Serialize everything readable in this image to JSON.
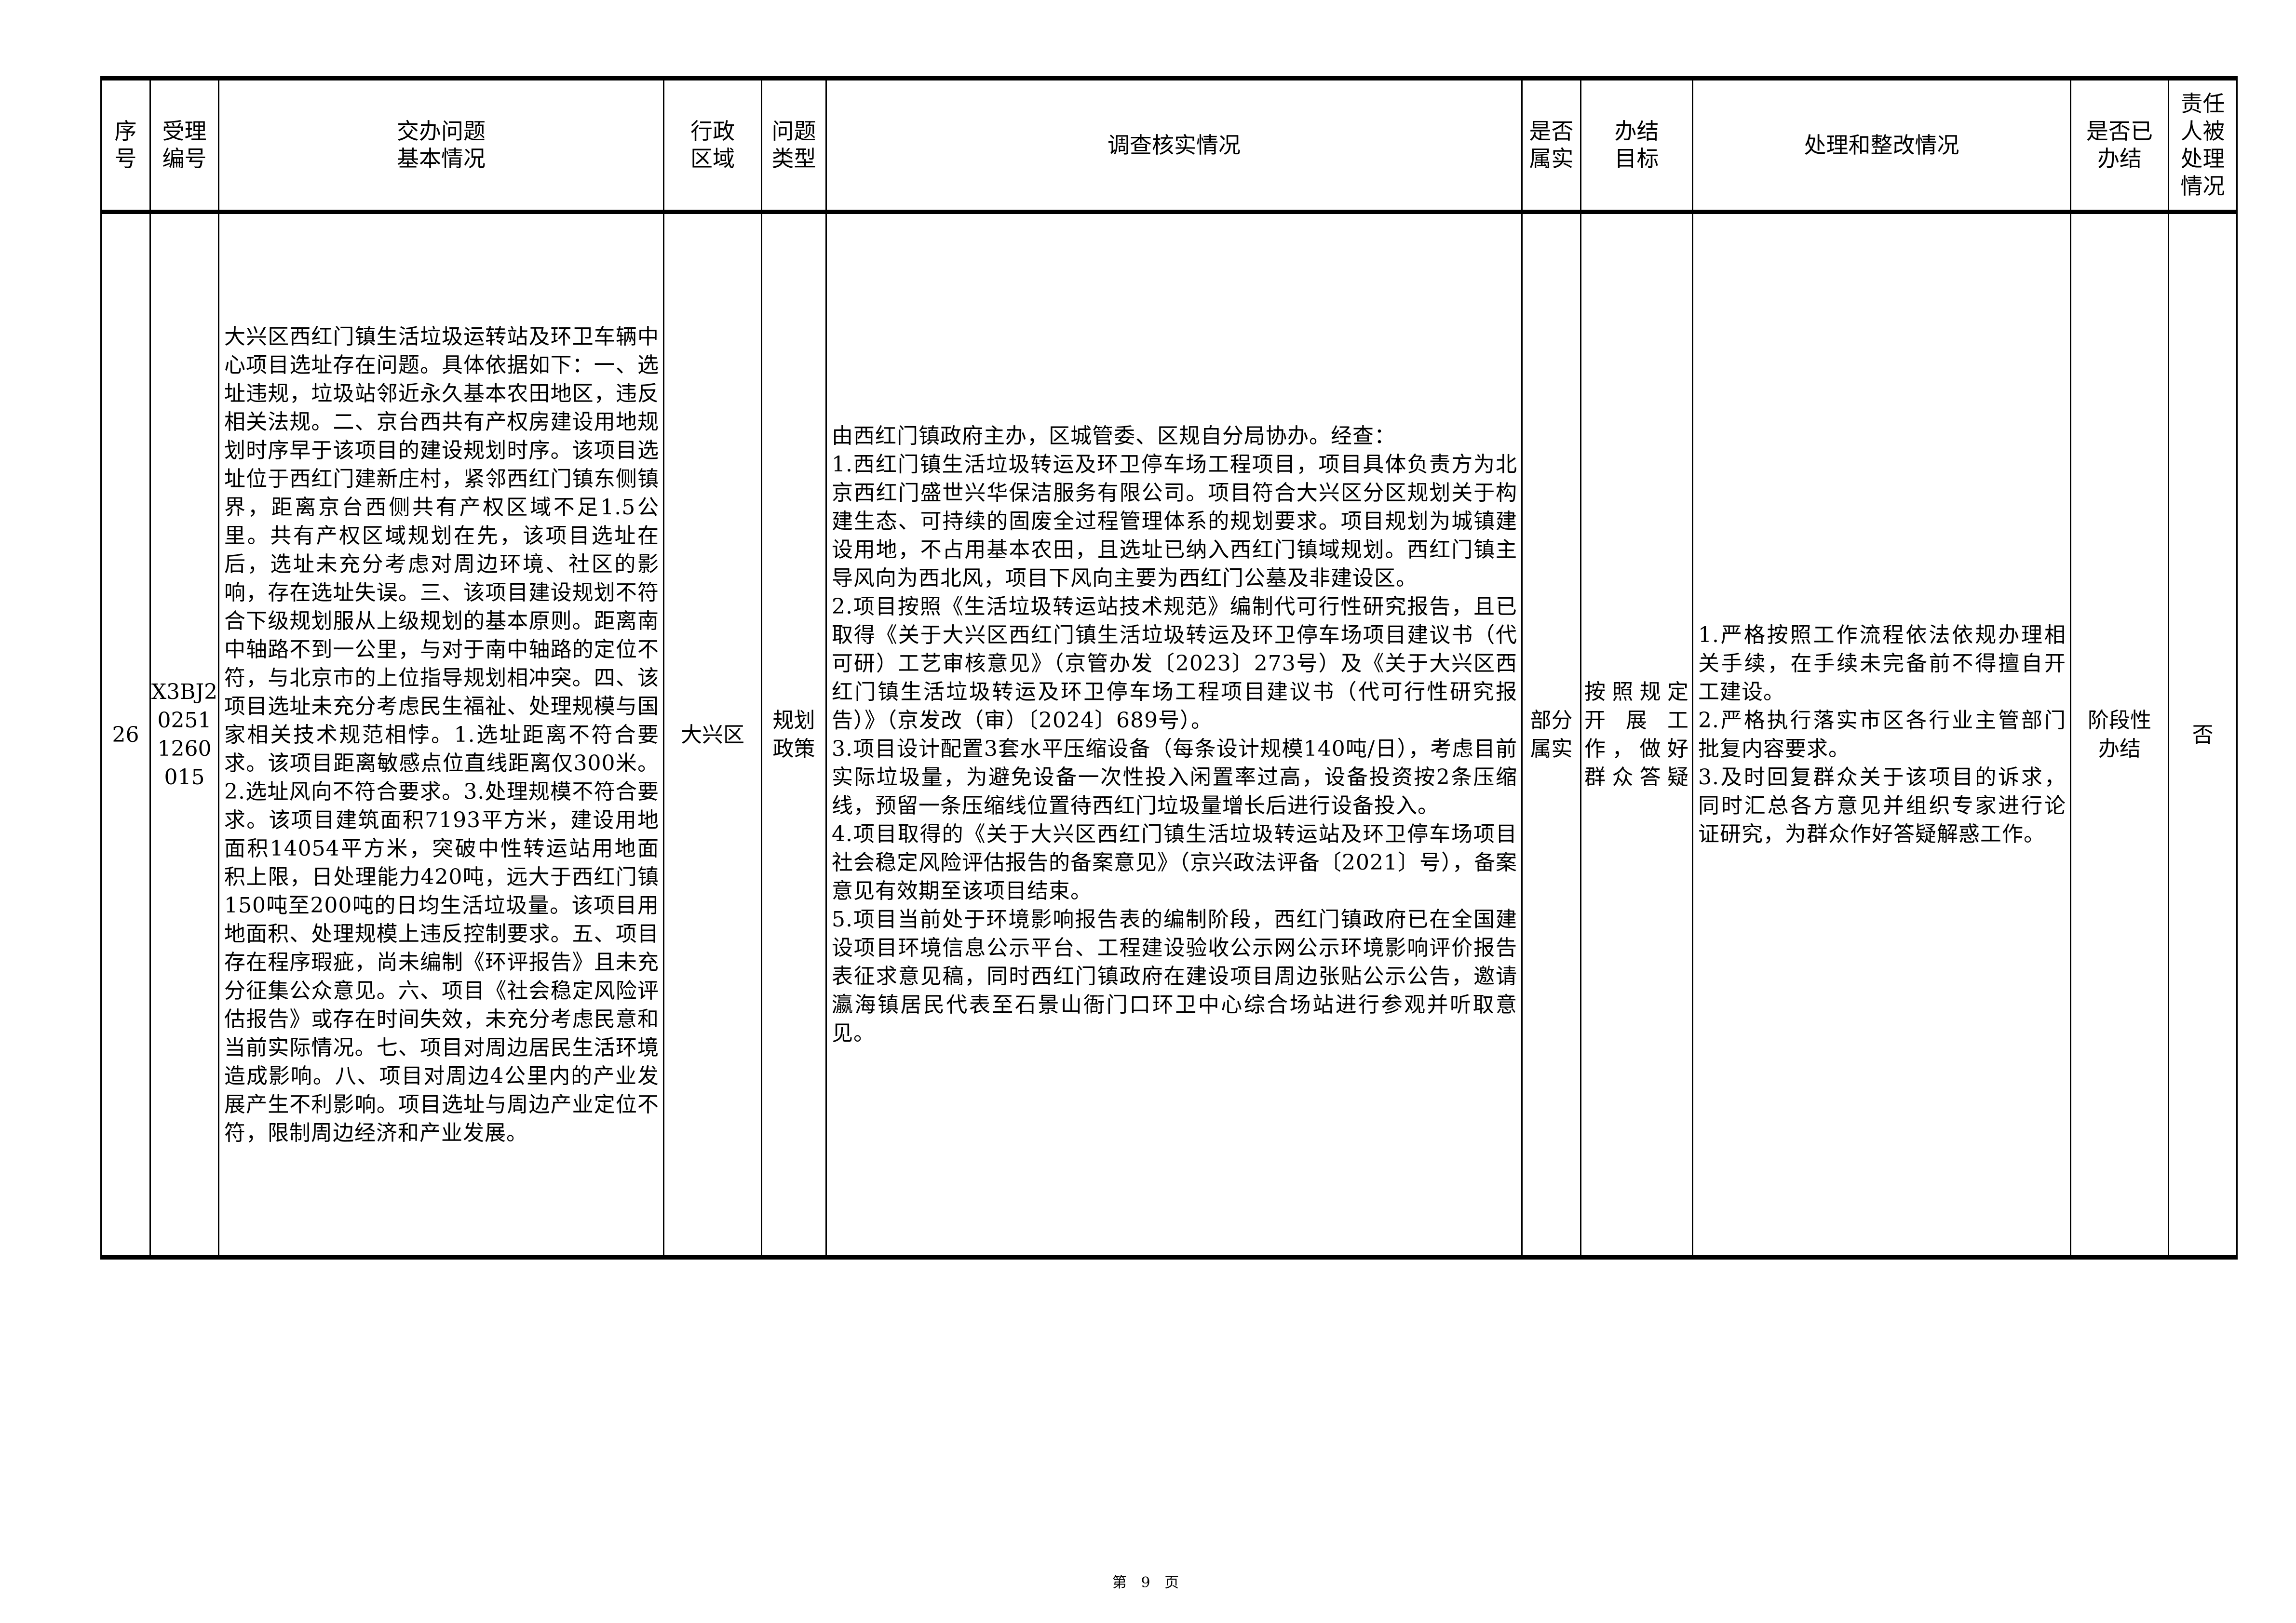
{
  "header": {
    "columns": [
      {
        "key": "seq",
        "label_lines": [
          "序",
          "号"
        ]
      },
      {
        "key": "case_no",
        "label_lines": [
          "受理",
          "编号"
        ]
      },
      {
        "key": "description",
        "label_lines": [
          "交办问题",
          "基本情况"
        ]
      },
      {
        "key": "district",
        "label_lines": [
          "行政",
          "区域"
        ]
      },
      {
        "key": "problem_type",
        "label_lines": [
          "问题",
          "类型"
        ]
      },
      {
        "key": "investigation",
        "label_lines": [
          "调查核实情况"
        ]
      },
      {
        "key": "is_true",
        "label_lines": [
          "是否",
          "属实"
        ]
      },
      {
        "key": "goal",
        "label_lines": [
          "办结",
          "目标"
        ]
      },
      {
        "key": "action",
        "label_lines": [
          "处理和整改情况"
        ]
      },
      {
        "key": "is_closed",
        "label_lines": [
          "是否已",
          "办结"
        ]
      },
      {
        "key": "accountability",
        "label_lines": [
          "责任",
          "人被",
          "处理",
          "情况"
        ]
      }
    ]
  },
  "rows": [
    {
      "seq": "26",
      "case_no": "X3BJ202511260015",
      "description": "大兴区西红门镇生活垃圾运转站及环卫车辆中心项目选址存在问题。具体依据如下：一、选址违规，垃圾站邻近永久基本农田地区，违反相关法规。二、京台西共有产权房建设用地规划时序早于该项目的建设规划时序。该项目选址位于西红门建新庄村，紧邻西红门镇东侧镇界，距离京台西侧共有产权区域不足1.5公里。共有产权区域规划在先，该项目选址在后，选址未充分考虑对周边环境、社区的影响，存在选址失误。三、该项目建设规划不符合下级规划服从上级规划的基本原则。距离南中轴路不到一公里，与对于南中轴路的定位不符，与北京市的上位指导规划相冲突。四、该项目选址未充分考虑民生福祉、处理规模与国家相关技术规范相悖。1.选址距离不符合要求。该项目距离敏感点位直线距离仅300米。2.选址风向不符合要求。3.处理规模不符合要求。该项目建筑面积7193平方米，建设用地面积14054平方米，突破中性转运站用地面积上限，日处理能力420吨，远大于西红门镇150吨至200吨的日均生活垃圾量。该项目用地面积、处理规模上违反控制要求。五、项目存在程序瑕疵，尚未编制《环评报告》且未充分征集公众意见。六、项目《社会稳定风险评估报告》或存在时间失效，未充分考虑民意和当前实际情况。七、项目对周边居民生活环境造成影响。八、项目对周边4公里内的产业发展产生不利影响。项目选址与周边产业定位不符，限制周边经济和产业发展。",
      "district": "大兴区",
      "problem_type": "规划政策",
      "investigation": [
        "由西红门镇政府主办，区城管委、区规自分局协办。经查：",
        "1.西红门镇生活垃圾转运及环卫停车场工程项目，项目具体负责方为北京西红门盛世兴华保洁服务有限公司。项目符合大兴区分区规划关于构建生态、可持续的固废全过程管理体系的规划要求。项目规划为城镇建设用地，不占用基本农田，且选址已纳入西红门镇域规划。西红门镇主导风向为西北风，项目下风向主要为西红门公墓及非建设区。",
        "2.项目按照《生活垃圾转运站技术规范》编制代可行性研究报告，且已取得《关于大兴区西红门镇生活垃圾转运及环卫停车场项目建议书（代可研）工艺审核意见》（京管办发〔2023〕273号）及《关于大兴区西红门镇生活垃圾转运及环卫停车场工程项目建议书（代可行性研究报告）》（京发改（审）〔2024〕689号）。",
        "3.项目设计配置3套水平压缩设备（每条设计规模140吨/日），考虑目前实际垃圾量，为避免设备一次性投入闲置率过高，设备投资按2条压缩线，预留一条压缩线位置待西红门垃圾量增长后进行设备投入。",
        "4.项目取得的《关于大兴区西红门镇生活垃圾转运站及环卫停车场项目社会稳定风险评估报告的备案意见》（京兴政法评备〔2021〕号），备案意见有效期至该项目结束。",
        "5.项目当前处于环境影响报告表的编制阶段，西红门镇政府已在全国建设项目环境信息公示平台、工程建设验收公示网公示环境影响评价报告表征求意见稿，同时西红门镇政府在建设项目周边张贴公示公告，邀请瀛海镇居民代表至石景山衙门口环卫中心综合场站进行参观并听取意见。"
      ],
      "is_true": "部分属实",
      "goal": "按照规定开展工作，做好群众答疑",
      "action": [
        "1.严格按照工作流程依法依规办理相关手续，在手续未完备前不得擅自开工建设。",
        "2.严格执行落实市区各行业主管部门批复内容要求。",
        "3.及时回复群众关于该项目的诉求，同时汇总各方意见并组织专家进行论证研究，为群众作好答疑解惑工作。"
      ],
      "is_closed": "阶段性办结",
      "accountability": "否"
    }
  ],
  "footer": {
    "page_label": "第 9 页"
  }
}
